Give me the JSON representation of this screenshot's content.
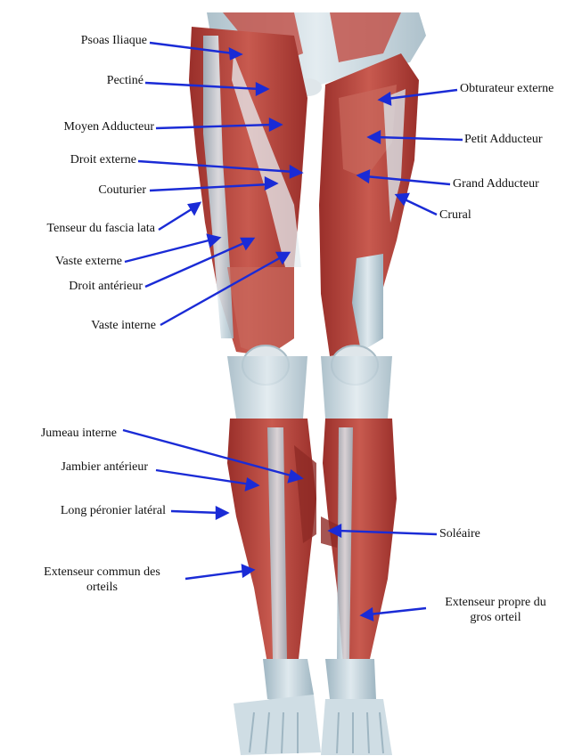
{
  "diagram": {
    "colors": {
      "muscle": "#b8433c",
      "muscle_dark": "#8f2a26",
      "tendon": "#b7cdd8",
      "bone": "#d9dfe2",
      "arrow": "#1a2bd6"
    },
    "labels_left": [
      {
        "id": "psoas-iliaque",
        "text": "Psoas Iliaque"
      },
      {
        "id": "pectine",
        "text": "Pectiné"
      },
      {
        "id": "moyen-adducteur",
        "text": "Moyen Adducteur"
      },
      {
        "id": "droit-externe",
        "text": "Droit externe"
      },
      {
        "id": "couturier",
        "text": "Couturier"
      },
      {
        "id": "tenseur-fascia-lata",
        "text": "Tenseur du fascia lata"
      },
      {
        "id": "vaste-externe",
        "text": "Vaste externe"
      },
      {
        "id": "droit-anterieur",
        "text": "Droit antérieur"
      },
      {
        "id": "vaste-interne",
        "text": "Vaste interne"
      },
      {
        "id": "jumeau-interne",
        "text": "Jumeau interne"
      },
      {
        "id": "jambier-anterieur",
        "text": "Jambier antérieur"
      },
      {
        "id": "long-peronier-lateral",
        "text": "Long péronier latéral"
      },
      {
        "id": "extenseur-commun-orteils",
        "text": "Extenseur commun des",
        "text2": "orteils"
      }
    ],
    "labels_right": [
      {
        "id": "obturateur-externe",
        "text": "Obturateur externe"
      },
      {
        "id": "petit-adducteur",
        "text": "Petit Adducteur"
      },
      {
        "id": "grand-adducteur",
        "text": "Grand Adducteur"
      },
      {
        "id": "crural",
        "text": "Crural"
      },
      {
        "id": "soleaire",
        "text": "Soléaire"
      },
      {
        "id": "extenseur-propre-gros-orteil",
        "text": "Extenseur propre du",
        "text2": "gros orteil"
      }
    ]
  }
}
